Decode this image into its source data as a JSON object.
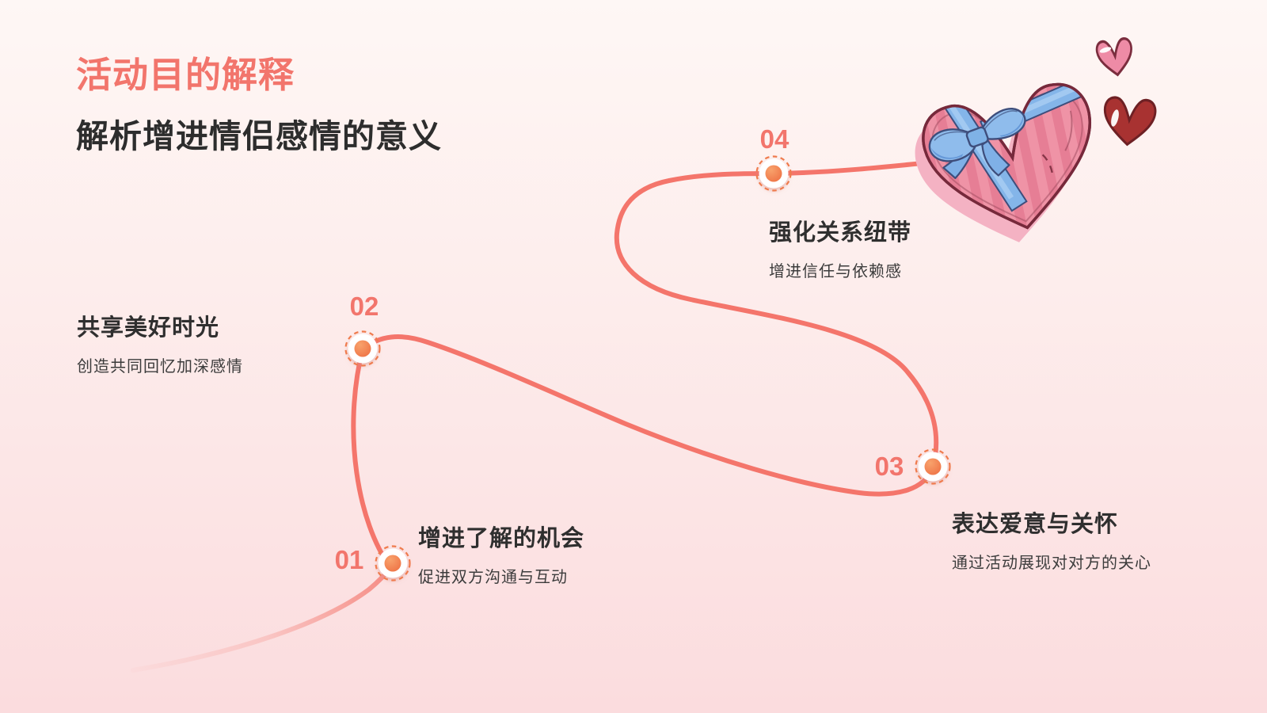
{
  "header": {
    "title": "活动目的解释",
    "subtitle": "解析增进情侣感情的意义"
  },
  "steps": [
    {
      "number": "01",
      "title": "增进了解的机会",
      "desc": "促进双方沟通与互动"
    },
    {
      "number": "02",
      "title": "共享美好时光",
      "desc": "创造共同回忆加深感情"
    },
    {
      "number": "03",
      "title": "表达爱意与关怀",
      "desc": "通过活动展现对对方的关心"
    },
    {
      "number": "04",
      "title": "强化关系纽带",
      "desc": "增进信任与依赖感"
    }
  ],
  "illustration": {
    "name": "heart-gift-box-with-hearts",
    "elements": [
      "heart-shaped-gift-box",
      "blue-ribbon-bow",
      "small-pink-heart",
      "dark-red-heart"
    ]
  },
  "colors": {
    "accent_coral": "#F2756C",
    "path_line": "#F4756B",
    "node_dot_orange": "#ED6A3E",
    "node_dash_ring": "#EF7B4D",
    "title_dark": "#2F2F2F",
    "desc_dark": "#3C3C3C",
    "background_top": "#FEF7F5",
    "background_bottom": "#FBDCDE",
    "gift_box_pink": "#EF93A6",
    "gift_box_stripe": "#E67E95",
    "gift_box_outline": "#76293B",
    "ribbon_blue": "#84B5E9",
    "small_heart_pink": "#EE8BA6",
    "big_heart_red": "#A83231"
  }
}
